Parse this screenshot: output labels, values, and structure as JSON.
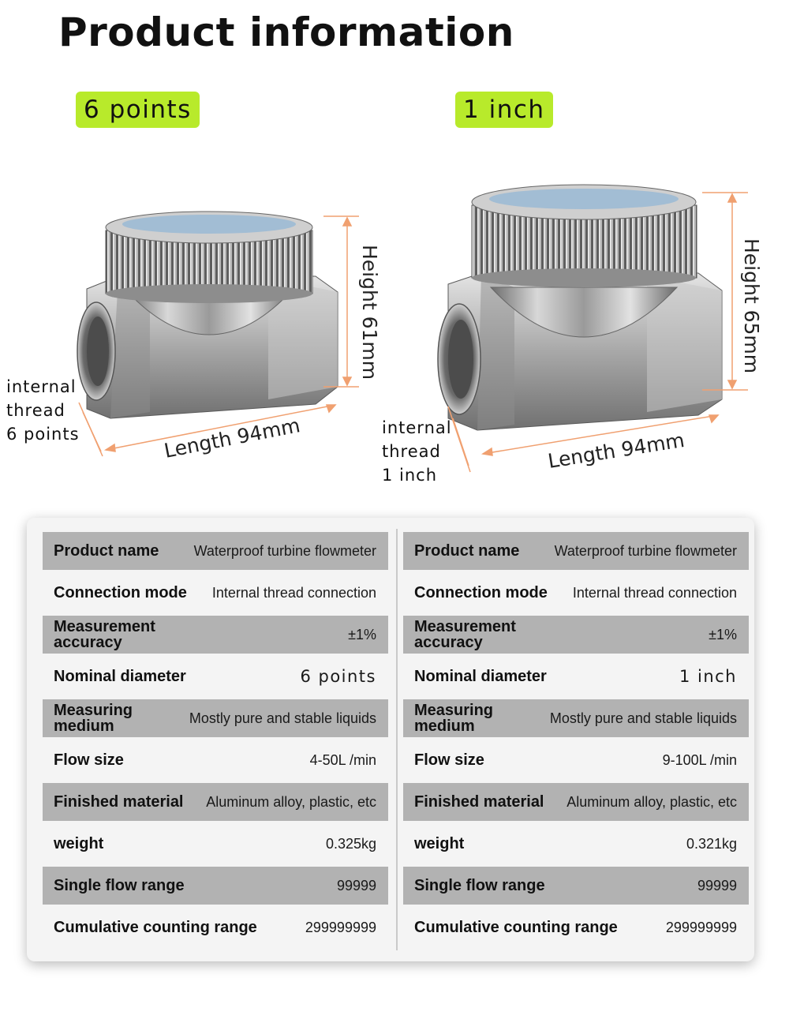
{
  "page": {
    "title": "Product information"
  },
  "variants": [
    {
      "badge": "6 points",
      "height_label": "Height 61mm",
      "length_label": "Length 94mm",
      "thread_label": [
        "internal",
        "thread",
        "6 points"
      ]
    },
    {
      "badge": "1 inch",
      "height_label": "Height 65mm",
      "length_label": "Length 94mm",
      "thread_label": [
        "internal",
        "thread",
        "1 inch"
      ]
    }
  ],
  "specs": {
    "left": [
      {
        "key": "Product name",
        "value": "Waterproof turbine flowmeter"
      },
      {
        "key": "Connection mode",
        "value": "Internal thread connection"
      },
      {
        "key": "Measurement accuracy",
        "value": "±1%"
      },
      {
        "key": "Nominal diameter",
        "value": "6 points"
      },
      {
        "key": "Measuring medium",
        "value": "Mostly pure and stable liquids"
      },
      {
        "key": "Flow size",
        "value": "4-50L /min"
      },
      {
        "key": "Finished material",
        "value": "Aluminum alloy, plastic, etc"
      },
      {
        "key": "weight",
        "value": "0.325kg"
      },
      {
        "key": "Single flow range",
        "value": "99999"
      },
      {
        "key": "Cumulative counting range",
        "value": "299999999"
      }
    ],
    "right": [
      {
        "key": "Product name",
        "value": "Waterproof turbine flowmeter"
      },
      {
        "key": "Connection mode",
        "value": "Internal thread connection"
      },
      {
        "key": "Measurement accuracy",
        "value": "±1%"
      },
      {
        "key": "Nominal diameter",
        "value": "1 inch"
      },
      {
        "key": "Measuring medium",
        "value": "Mostly pure and stable liquids"
      },
      {
        "key": "Flow size",
        "value": "9-100L /min"
      },
      {
        "key": "Finished material",
        "value": "Aluminum alloy, plastic, etc"
      },
      {
        "key": "weight",
        "value": "0.321kg"
      },
      {
        "key": "Single flow range",
        "value": "99999"
      },
      {
        "key": "Cumulative counting range",
        "value": "299999999"
      }
    ]
  },
  "colors": {
    "badge": "#b8ea2b",
    "dimension_line": "#f0a070",
    "row_shade": "#b2b2b2"
  }
}
